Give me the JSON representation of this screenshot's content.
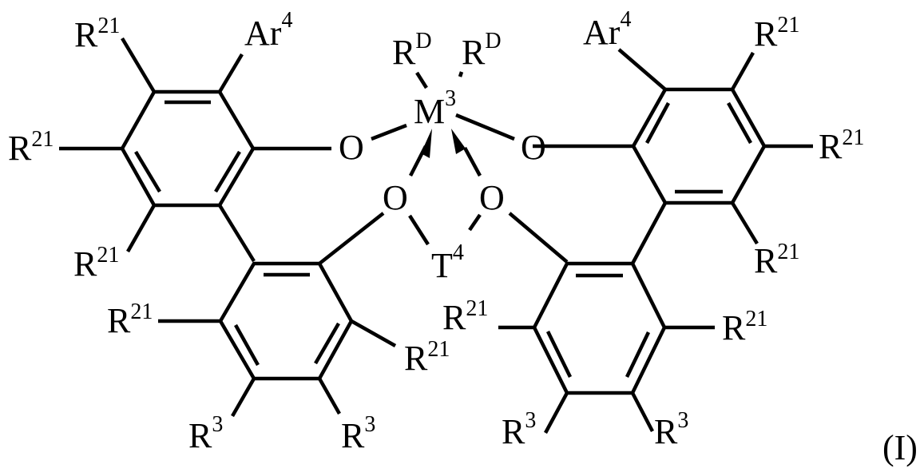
{
  "figure": {
    "label": "(I)",
    "description": "Metal complex with two biphenoxy ligands bridged by T4"
  },
  "atoms": {
    "metal": {
      "symbol": "M",
      "sup": "3"
    },
    "metal_ligands": [
      {
        "symbol": "R",
        "sup": "D"
      },
      {
        "symbol": "R",
        "sup": "D"
      }
    ],
    "bridge": {
      "symbol": "T",
      "sup": "4"
    },
    "oxygens": [
      "O",
      "O",
      "O",
      "O"
    ],
    "aryl": {
      "symbol": "Ar",
      "sup": "4"
    },
    "substituent_r21": {
      "symbol": "R",
      "sup": "21"
    },
    "substituent_r3": {
      "symbol": "R",
      "sup": "3"
    }
  },
  "labels": [
    {
      "id": "r21-ul-top",
      "symbol": "R",
      "sup": "21"
    },
    {
      "id": "ar4-left",
      "symbol": "Ar",
      "sup": "4"
    },
    {
      "id": "r21-ul-left",
      "symbol": "R",
      "sup": "21"
    },
    {
      "id": "r21-ul-bottom",
      "symbol": "R",
      "sup": "21"
    },
    {
      "id": "rd-left",
      "symbol": "R",
      "sup": "D"
    },
    {
      "id": "rd-right",
      "symbol": "R",
      "sup": "D"
    },
    {
      "id": "metal",
      "symbol": "M",
      "sup": "3"
    },
    {
      "id": "o-left",
      "symbol": "O",
      "sup": ""
    },
    {
      "id": "o-right",
      "symbol": "O",
      "sup": ""
    },
    {
      "id": "o-bridge-left",
      "symbol": "O",
      "sup": ""
    },
    {
      "id": "o-bridge-right",
      "symbol": "O",
      "sup": ""
    },
    {
      "id": "t4",
      "symbol": "T",
      "sup": "4"
    },
    {
      "id": "ar4-right",
      "symbol": "Ar",
      "sup": "4"
    },
    {
      "id": "r21-ur-top",
      "symbol": "R",
      "sup": "21"
    },
    {
      "id": "r21-ur-right",
      "symbol": "R",
      "sup": "21"
    },
    {
      "id": "r21-ur-bottom",
      "symbol": "R",
      "sup": "21"
    },
    {
      "id": "r21-ll-left",
      "symbol": "R",
      "sup": "21"
    },
    {
      "id": "r21-ll-right",
      "symbol": "R",
      "sup": "21"
    },
    {
      "id": "r3-ll-left",
      "symbol": "R",
      "sup": "3"
    },
    {
      "id": "r3-ll-right",
      "symbol": "R",
      "sup": "3"
    },
    {
      "id": "r21-lr-left",
      "symbol": "R",
      "sup": "21"
    },
    {
      "id": "r21-lr-right",
      "symbol": "R",
      "sup": "21"
    },
    {
      "id": "r3-lr-left",
      "symbol": "R",
      "sup": "3"
    },
    {
      "id": "r3-lr-right",
      "symbol": "R",
      "sup": "3"
    }
  ]
}
